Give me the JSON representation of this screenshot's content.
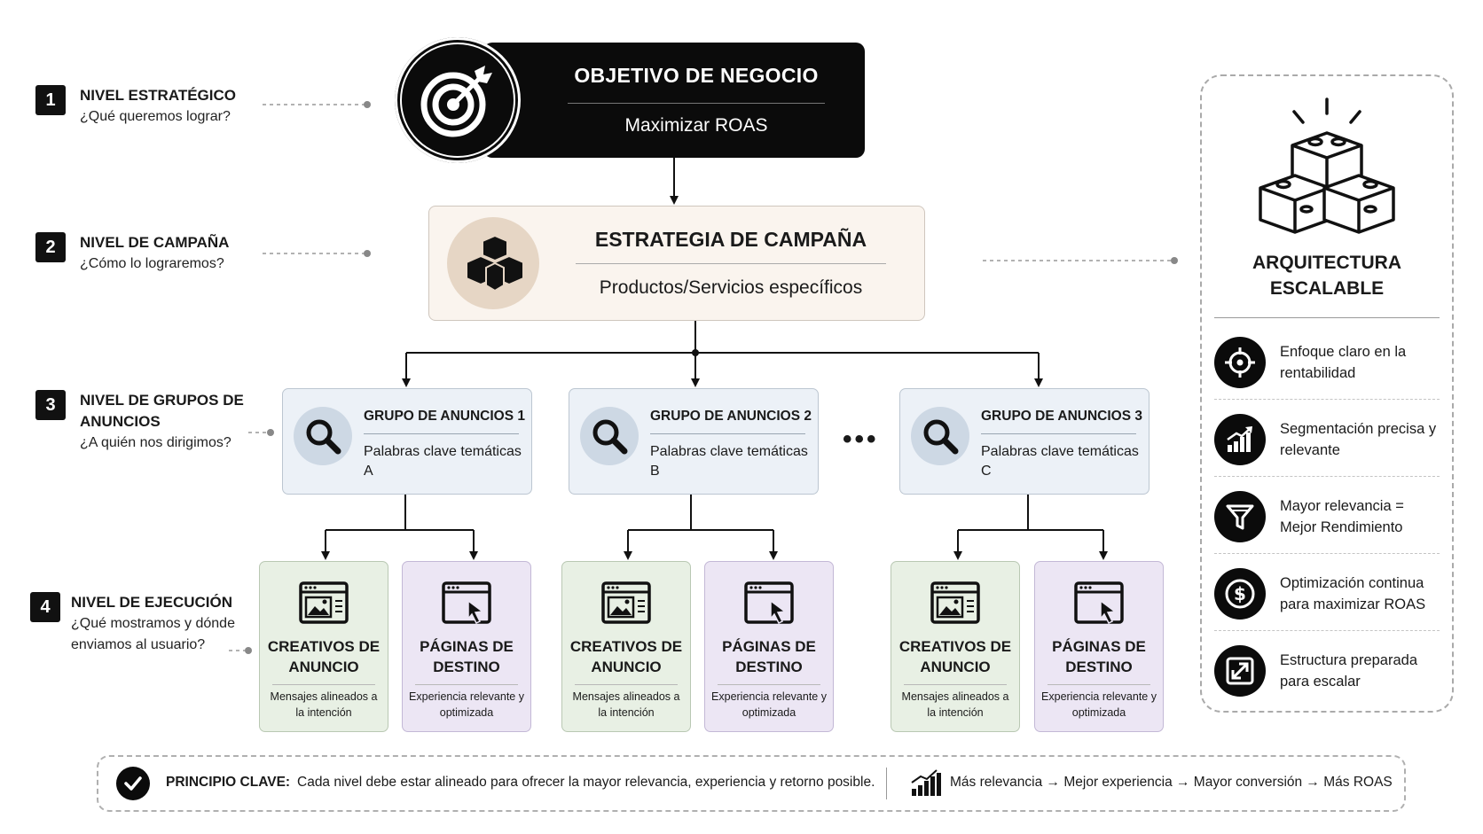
{
  "levels": [
    {
      "num": "1",
      "title": "NIVEL ESTRATÉGICO",
      "question": "¿Qué queremos lograr?"
    },
    {
      "num": "2",
      "title": "NIVEL DE CAMPAÑA",
      "question": "¿Cómo lo lograremos?"
    },
    {
      "num": "3",
      "title": "NIVEL DE GRUPOS DE ANUNCIOS",
      "question": "¿A quién nos dirigimos?"
    },
    {
      "num": "4",
      "title": "NIVEL DE EJECUCIÓN",
      "question": "¿Qué mostramos y dónde enviamos al usuario?"
    }
  ],
  "objective": {
    "title": "OBJETIVO DE NEGOCIO",
    "subtitle": "Maximizar ROAS",
    "icon": "target-icon"
  },
  "strategy": {
    "title": "ESTRATEGIA DE CAMPAÑA",
    "subtitle": "Productos/Servicios específicos",
    "icon": "boxes-icon"
  },
  "ad_groups": [
    {
      "title": "GRUPO DE ANUNCIOS 1",
      "keywords": "Palabras clave temáticas A"
    },
    {
      "title": "GRUPO DE ANUNCIOS 2",
      "keywords": "Palabras clave temáticas B"
    },
    {
      "title": "GRUPO DE ANUNCIOS 3",
      "keywords": "Palabras clave temáticas C"
    }
  ],
  "ellipsis": "•••",
  "creatives": {
    "title": "CREATIVOS DE ANUNCIO",
    "desc": "Mensajes alineados a la intención"
  },
  "landing": {
    "title": "PÁGINAS DE DESTINO",
    "desc": "Experiencia relevante y optimizada"
  },
  "panel": {
    "title": "ARQUITECTURA ESCALABLE",
    "icon": "building-blocks-icon",
    "features": [
      {
        "text": "Enfoque claro en la rentabilidad",
        "icon": "crosshair-icon"
      },
      {
        "text": "Segmentación precisa y relevante",
        "icon": "growth-chart-icon"
      },
      {
        "text": "Mayor relevancia = Mejor Rendimiento",
        "icon": "funnel-icon"
      },
      {
        "text": "Optimización continua para maximizar ROAS",
        "icon": "dollar-icon"
      },
      {
        "text": "Estructura preparada para escalar",
        "icon": "expand-icon"
      }
    ]
  },
  "principle": {
    "label": "PRINCIPIO CLAVE:",
    "text": "Cada nivel debe estar alineado para ofrecer la mayor relevancia, experiencia y retorno posible.",
    "flow": "Más relevancia → Mejor experiencia → Mayor conversión → Más ROAS"
  },
  "colors": {
    "black": "#0b0b0b",
    "strategy_bg": "#faf4ee",
    "group_bg": "#ecf1f7",
    "creative_bg": "#e8f0e4",
    "landing_bg": "#ece6f4"
  }
}
